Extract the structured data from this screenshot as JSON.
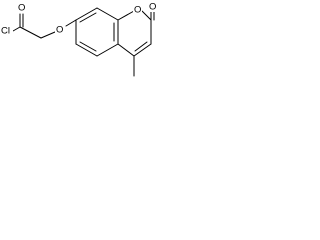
{
  "molecule": {
    "atoms": {
      "chlorine": "Cl",
      "carbonyl_oxygen": "O",
      "ether_oxygen": "O",
      "ring_oxygen": "O",
      "lactone_oxygen": "O"
    }
  },
  "colors": {
    "bond": "#000000",
    "label": "#000000",
    "background": "#ffffff"
  }
}
